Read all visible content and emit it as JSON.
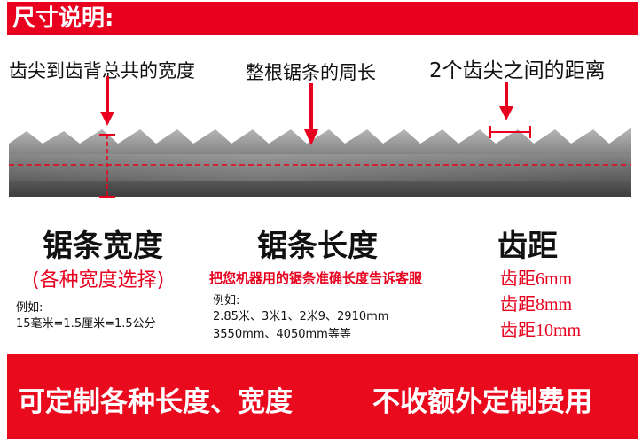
{
  "header": {
    "title": "尺寸说明:"
  },
  "captions": {
    "width_def": "齿尖到齿背总共的宽度",
    "length_def": "整根锯条的周长",
    "pitch_def": "2个齿尖之间的距离"
  },
  "sections": {
    "width": {
      "title": "锯条宽度",
      "subtitle": "(各种宽度选择)",
      "example_label": "例如:",
      "example": "15毫米=1.5厘米=1.5公分"
    },
    "length": {
      "title": "锯条长度",
      "subtitle": "把您机器用的锯条准确长度告诉客服",
      "example_label": "例如:",
      "example_line1": "2.85米、3米1、2米9、2910mm",
      "example_line2": "3550mm、4050mm等等"
    },
    "pitch": {
      "title": "齿距",
      "items": [
        "齿距6mm",
        "齿距8mm",
        "齿距10mm"
      ]
    }
  },
  "footer": {
    "left": "可定制各种长度、宽度",
    "right": "不收额外定制费用"
  },
  "colors": {
    "accent": "#e8001e",
    "blade_dark": "#3c3c3c",
    "blade_light": "#9a9a9a"
  }
}
